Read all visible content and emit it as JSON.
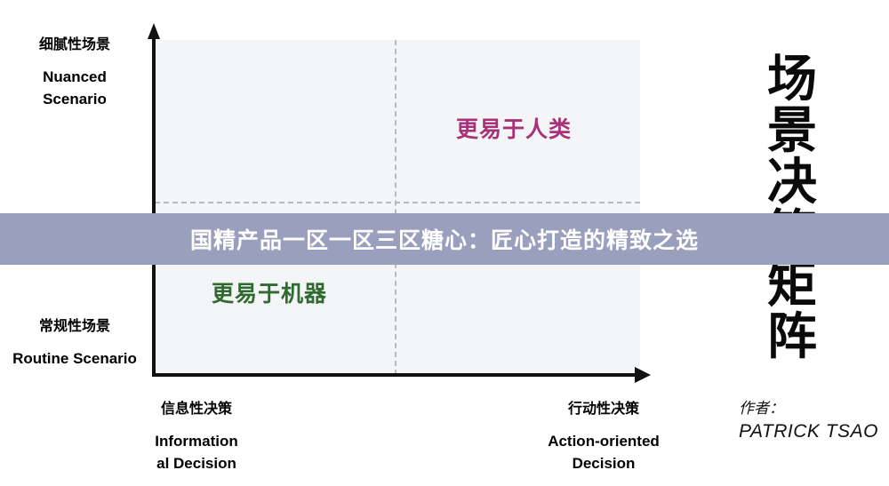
{
  "chart_data": {
    "type": "scatter",
    "title": "场景决策矩阵",
    "xlabel": "",
    "ylabel": "",
    "grid": false,
    "legend_position": "none",
    "axes": {
      "y": {
        "high_cn": "细腻性场景",
        "high_en": "Nuanced Scenario",
        "low_cn": "常规性场景",
        "low_en": "Routine Scenario"
      },
      "x": {
        "low_cn": "信息性决策",
        "low_en_line1": "Information",
        "low_en_line2": "al Decision",
        "high_cn": "行动性决策",
        "high_en_line1": "Action-oriented",
        "high_en_line2": "Decision"
      }
    },
    "quadrant_annotations": [
      {
        "label": "更易于人类",
        "quadrant": "top-right",
        "color": "#a8327a",
        "x_norm": 0.62,
        "y_norm": 0.79
      },
      {
        "label": "更易于机器",
        "quadrant": "bottom-left",
        "color": "#2f6b2f",
        "x_norm": 0.22,
        "y_norm": 0.27
      }
    ],
    "dividers": {
      "vertical_x_norm": 0.5,
      "horizontal_y_norm": 0.5
    },
    "colors": {
      "plot_background": "#f4f5f7",
      "axis": "#111111",
      "divider": "#b9babf",
      "human_accent": "#a8327a",
      "machine_accent": "#2f6b2f",
      "banner_background": "#9b9fbe",
      "banner_text": "#ffffff"
    }
  },
  "vertical_title": {
    "chars": [
      "场",
      "景",
      "决",
      "策",
      "矩",
      "阵"
    ]
  },
  "author": {
    "label_cn": "作者：",
    "name": "PATRICK TSAO"
  },
  "banner": {
    "text": "国精产品一区一区三区糖心：匠心打造的精致之选"
  }
}
